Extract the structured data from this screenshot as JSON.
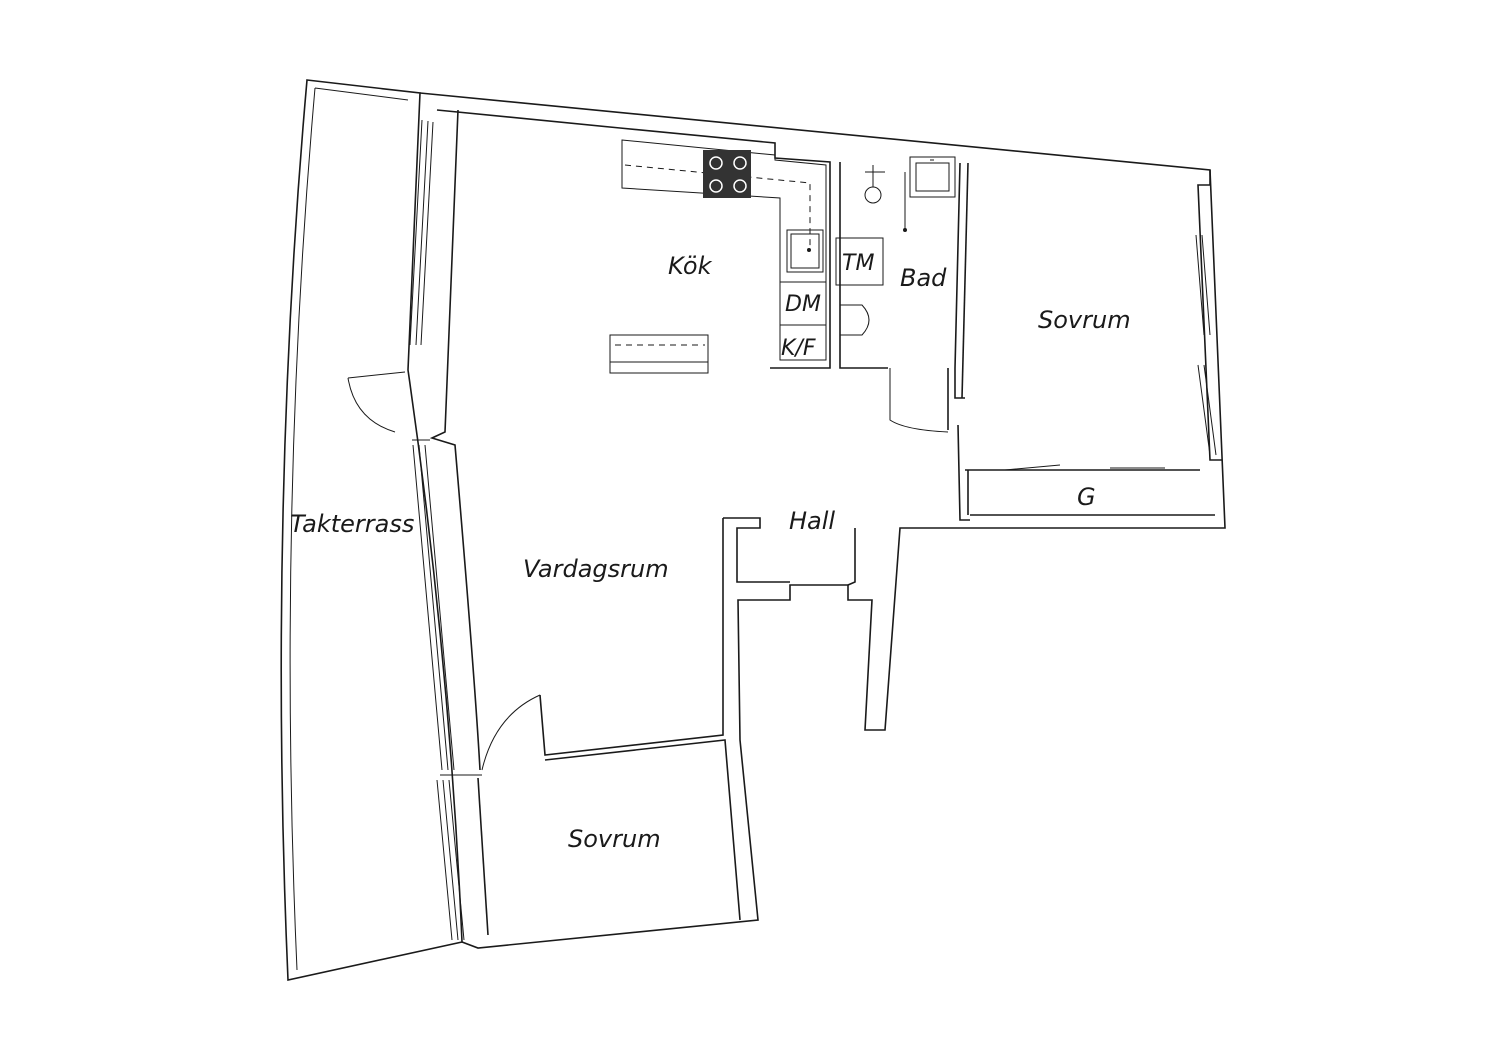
{
  "rooms": {
    "terrace": "Takterrass",
    "kitchen": "Kök",
    "bath": "Bad",
    "bedroom_large": "Sovrum",
    "bedroom_small": "Sovrum",
    "hall": "Hall",
    "living": "Vardagsrum",
    "closet": "G"
  },
  "fixtures": {
    "washing_machine": "TM",
    "dishwasher": "DM",
    "fridge_freezer": "K/F"
  },
  "colors": {
    "line": "#1a1a1a",
    "background": "#ffffff",
    "stove": "#333333"
  }
}
